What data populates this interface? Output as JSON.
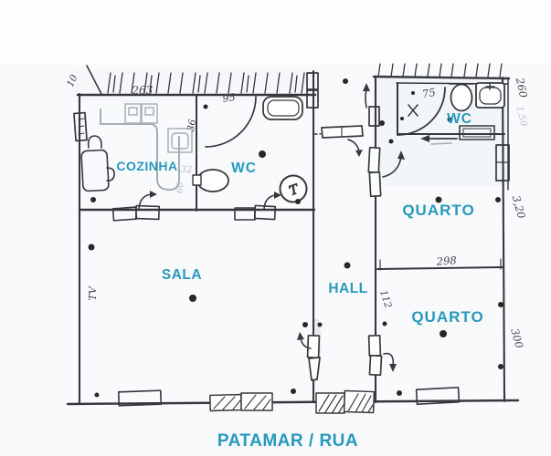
{
  "rooms": {
    "cozinha": "COZINHA",
    "wc_left": "WC",
    "wc_right": "WC",
    "sala": "SALA",
    "hall": "HALL",
    "quarto_top": "QUARTO",
    "quarto_bottom": "QUARTO",
    "patamar": "PATAMAR / RUA"
  },
  "measurements": {
    "m263": "263",
    "m95": "95",
    "m36": "36",
    "m10": "10",
    "m75": "75",
    "m260": "260",
    "m150": "1,50",
    "m320": "3,20",
    "m298": "298",
    "m112": "112",
    "m300": "300",
    "m32": "32",
    "m60": "60"
  },
  "annotations": {
    "tv": "TV",
    "heater": "T"
  },
  "colors": {
    "label_teal": "#2798be",
    "ink": "#36393c",
    "pencil_grey": "#a3adb5",
    "paper": "#f9fafb"
  }
}
